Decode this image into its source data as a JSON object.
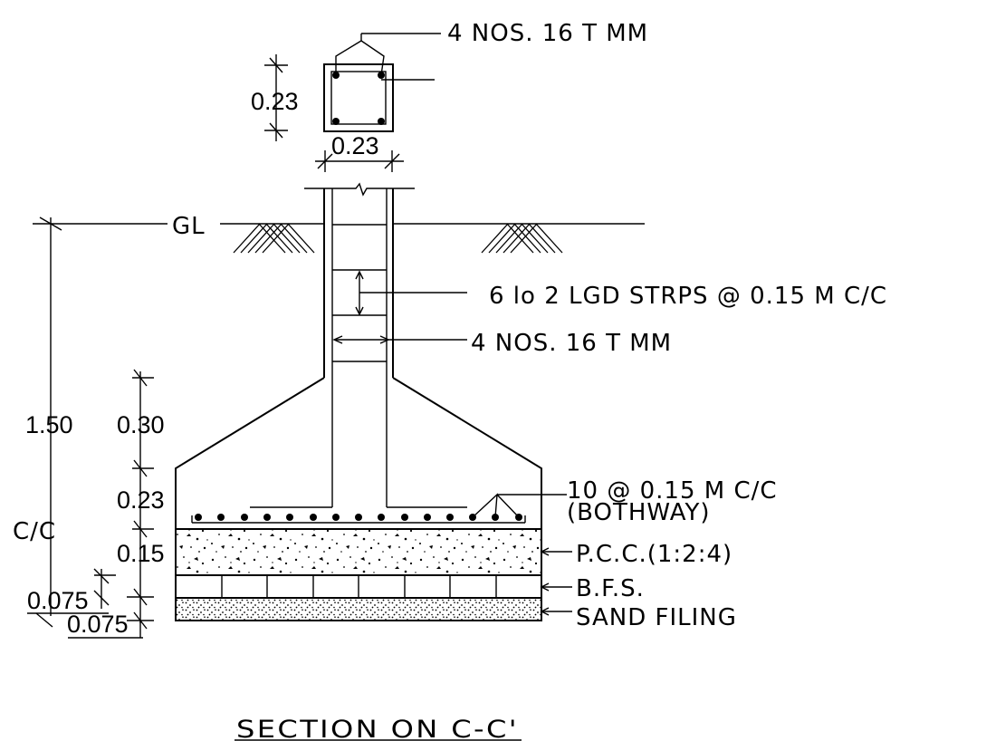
{
  "title": "SECTION ON C-C'",
  "callouts": {
    "column_main_bars_top": "4 NOS. 16 T MM",
    "stirrups": "6 lo 2 LGD STRPS @ 0.15 M C/C",
    "column_main_bars": "4 NOS. 16 T MM",
    "footing_bars_line1": "10 @ 0.15 M C/C",
    "footing_bars_line2": "(BOTHWAY)",
    "pcc": "P.C.C.(1:2:4)",
    "bfs": "B.F.S.",
    "sand": "SAND FILING"
  },
  "ground_label": "GL",
  "dimensions": {
    "column_depth": "0.23",
    "column_width": "0.23",
    "total_depth": "1.50",
    "cc": "C/C",
    "tapered_depth": "0.30",
    "footing_base_depth": "0.23",
    "pcc_thickness": "0.15",
    "bfs_thickness": "0.075",
    "sand_thickness": "0.075"
  },
  "colors": {
    "line": "#000000",
    "background": "#ffffff"
  }
}
